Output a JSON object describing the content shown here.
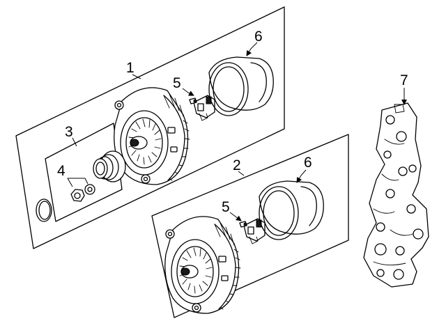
{
  "callouts": {
    "c1": "1",
    "c2": "2",
    "c3": "3",
    "c4": "4",
    "c5a": "5",
    "c5b": "5",
    "c6a": "6",
    "c6b": "6",
    "c7": "7"
  }
}
